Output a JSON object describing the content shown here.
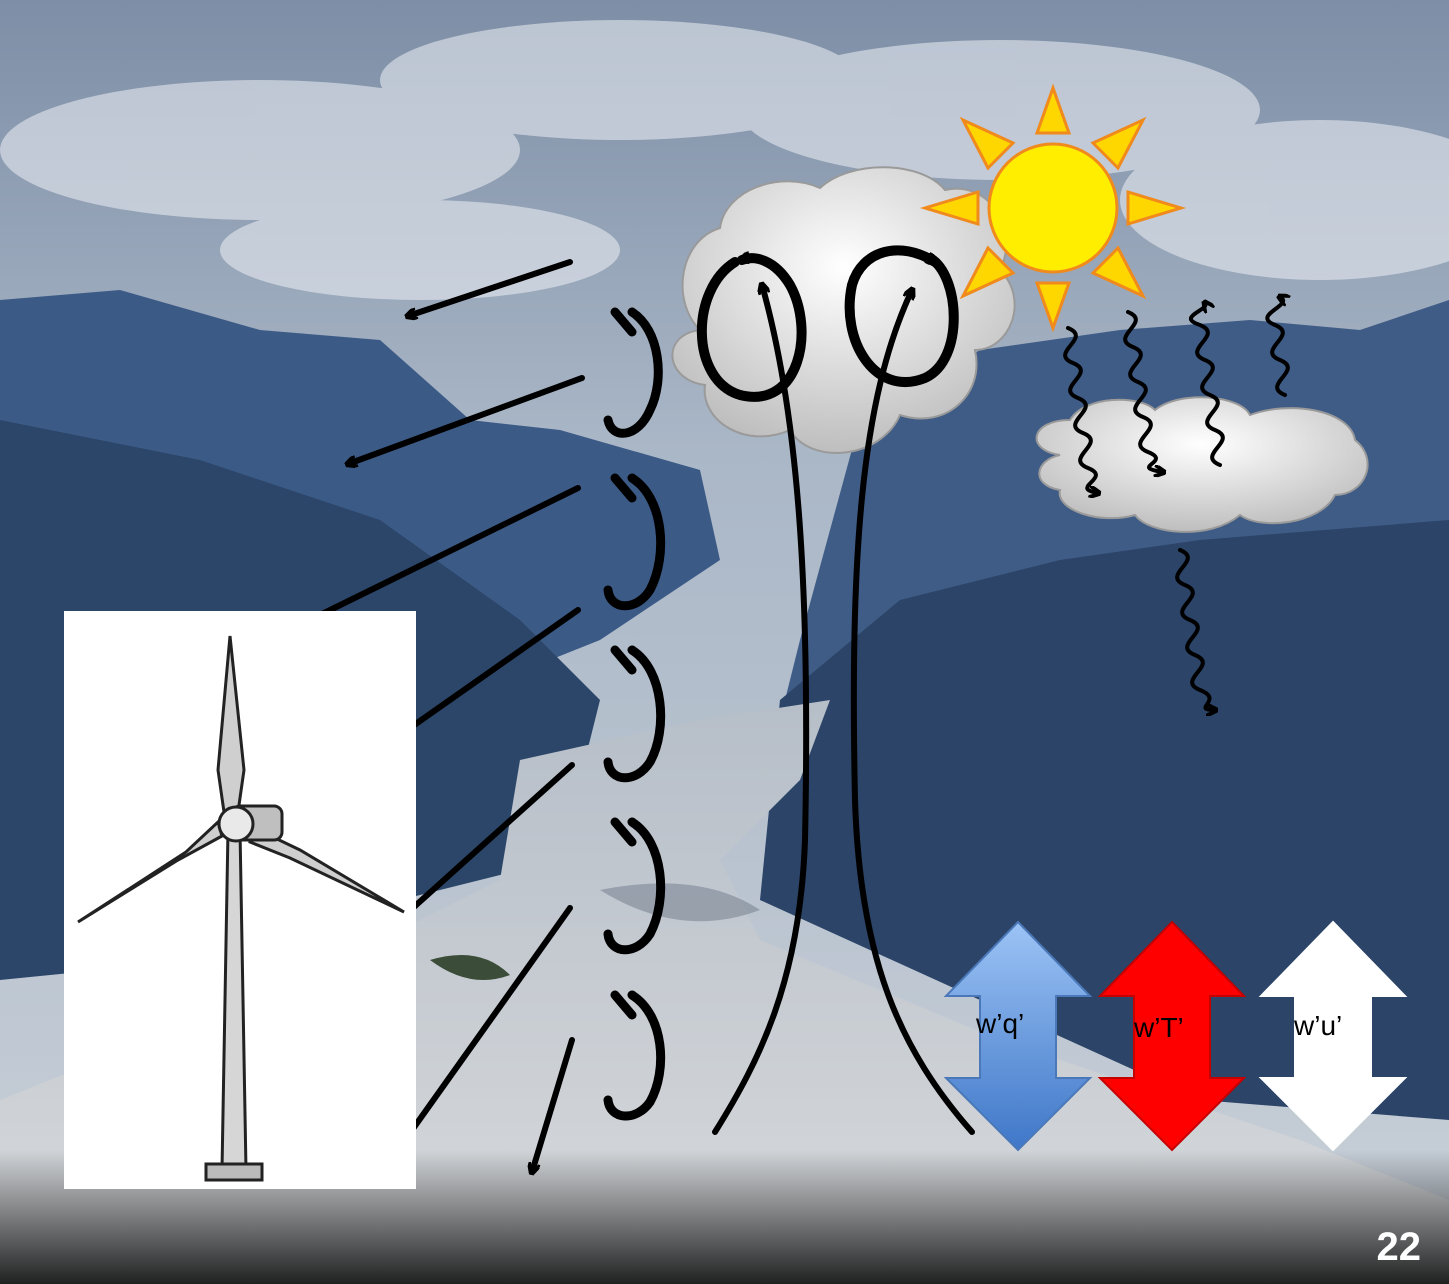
{
  "flux_arrows": [
    {
      "label": "w’q’",
      "color": "#6fa0e6"
    },
    {
      "label": "w’T’",
      "color": "#ff0000"
    },
    {
      "label": "w’u’",
      "color": "#ffffff"
    }
  ],
  "slide_number": "22",
  "colors": {
    "sun_fill": "#ffee00",
    "sun_rays": "#ffd700",
    "cloud_fill": "#e4e4e4",
    "flow_lines": "#000000"
  },
  "icons": {
    "sun": "sun-icon",
    "turbine": "wind-turbine-icon",
    "eddy": "eddy-swirl-icon"
  }
}
